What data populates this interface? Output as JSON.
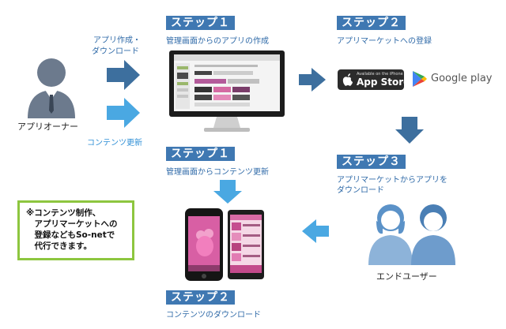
{
  "owner_label": "アプリオーナー",
  "user_label": "エンドユーザー",
  "arrow_create_label_line1": "アプリ作成・",
  "arrow_create_label_line2": "ダウンロード",
  "arrow_update_label": "コンテンツ更新",
  "steps": [
    {
      "badge": "ステップ１",
      "caption": "管理画面からのアプリの作成"
    },
    {
      "badge": "ステップ２",
      "caption": "アプリマーケットへの登録"
    },
    {
      "badge": "ステップ３",
      "caption_line1": "アプリマーケットからアプリを",
      "caption_line2": "ダウンロード"
    },
    {
      "badge": "ステップ１",
      "caption": "管理画面からコンテンツ更新"
    },
    {
      "badge": "ステップ２",
      "caption": "コンテンツのダウンロード"
    }
  ],
  "app_store": {
    "small": "Available on the iPhone",
    "big": "App Store"
  },
  "google_play": {
    "text": "Google play"
  },
  "note_lines": [
    "※コンテンツ制作、",
    "　アプリマーケットへの",
    "　登録などもSo-netで",
    "　代行できます。"
  ],
  "screen_title": "ホーム",
  "screen_subtitle": "カテゴリの管理",
  "colors": {
    "dark_arrow": "#3d6f9e",
    "light_arrow": "#4aa8e2",
    "badge": "#3f78b2",
    "note_border": "#8dc63f",
    "person": "#6c7a8d"
  }
}
